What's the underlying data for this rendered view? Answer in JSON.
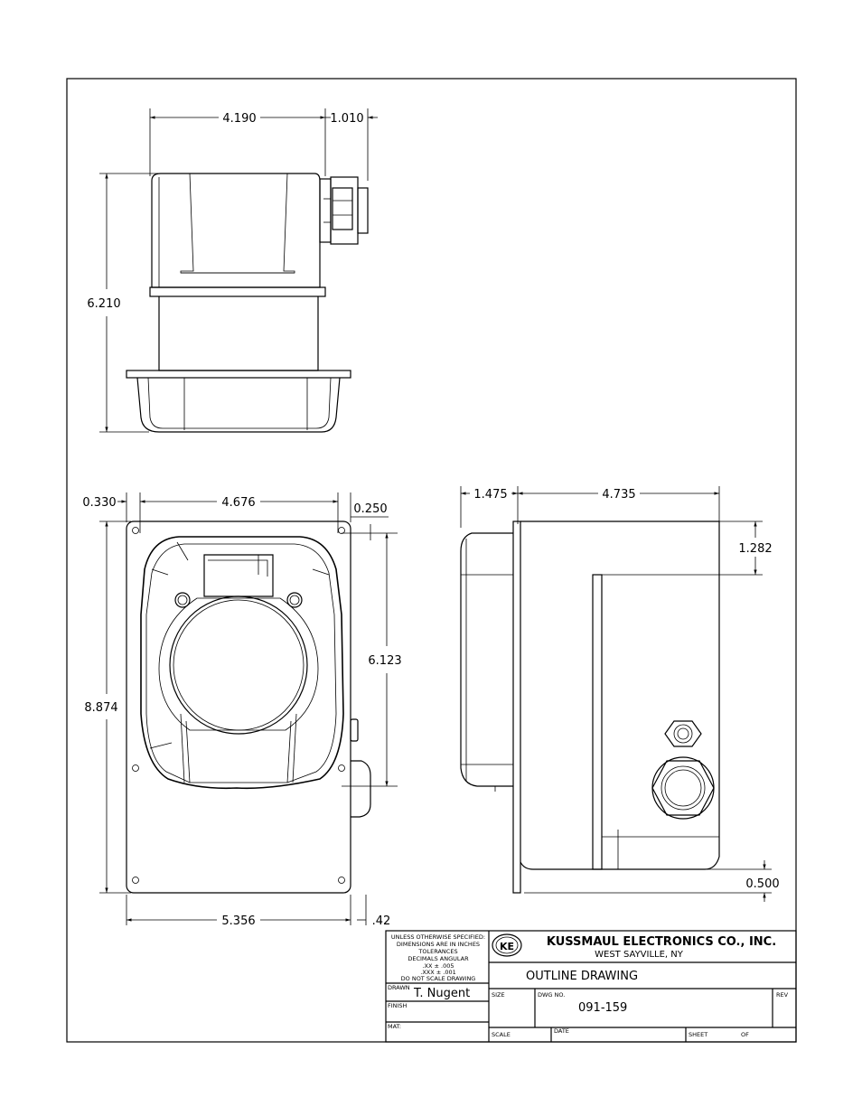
{
  "top_view": {
    "dim_width": "4.190",
    "dim_fitting": "1.010",
    "dim_height": "6.210"
  },
  "front_view": {
    "dim_left_offset": "0.330",
    "dim_width": "4.676",
    "dim_top_offset": "0.250",
    "dim_inner_height": "6.123",
    "dim_overall_height": "8.874",
    "dim_overall_width": "5.356",
    "dim_flange": ".42"
  },
  "side_view": {
    "dim_rear": "1.475",
    "dim_depth": "4.735",
    "dim_top": "1.282",
    "dim_bottom": "0.500"
  },
  "title_block": {
    "tolerance_note": [
      "UNLESS OTHERWISE SPECIFIED:",
      "DIMENSIONS ARE IN INCHES",
      "TOLERANCES",
      "DECIMALS ANGULAR",
      ".XX  ±  .005",
      ".XXX  ±  .001",
      "DO NOT SCALE DRAWING"
    ],
    "drawn_label": "DRAWN",
    "drawn_by": "T. Nugent",
    "finish_label": "FINISH",
    "mat_label": "MAT:",
    "company_logo": "KE",
    "company_name": "KUSSMAUL ELECTRONICS CO., INC.",
    "company_location": "WEST SAYVILLE, NY",
    "drawing_title": "OUTLINE DRAWING",
    "size_label": "SIZE",
    "dwg_no_label": "DWG NO.",
    "dwg_no": "091-159",
    "rev_label": "REV",
    "scale_label": "SCALE",
    "date_label": "DATE",
    "sheet_label": "SHEET",
    "of_label": "OF"
  }
}
